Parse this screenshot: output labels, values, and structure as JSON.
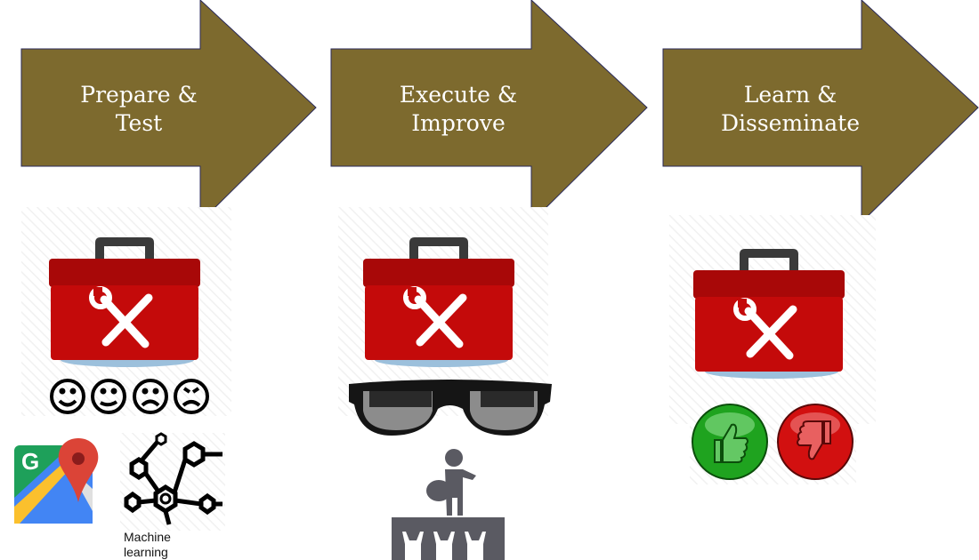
{
  "stages": [
    {
      "title_line1": "Prepare &",
      "title_line2": "Test"
    },
    {
      "title_line1": "Execute &",
      "title_line2": "Improve"
    },
    {
      "title_line1": "Learn &",
      "title_line2": "Disseminate"
    }
  ],
  "icons": {
    "stage1": [
      "toolbox-icon",
      "smiley-happy-icon",
      "smiley-content-icon",
      "smiley-sad-icon",
      "smiley-angry-icon",
      "google-maps-icon",
      "machine-learning-icon"
    ],
    "stage2": [
      "toolbox-icon",
      "smart-glasses-icon",
      "performer-audience-icon"
    ],
    "stage3": [
      "toolbox-icon",
      "thumbs-up-icon",
      "thumbs-down-icon"
    ]
  },
  "machine_learning_label_line1": "Machine",
  "machine_learning_label_line2": "learning",
  "colors": {
    "arrow": "#7d6a2e",
    "arrow_border": "#2a2a5a",
    "toolbox": "#c40a0a",
    "thumbs_up": "#1fa31f",
    "thumbs_down": "#d21010"
  }
}
